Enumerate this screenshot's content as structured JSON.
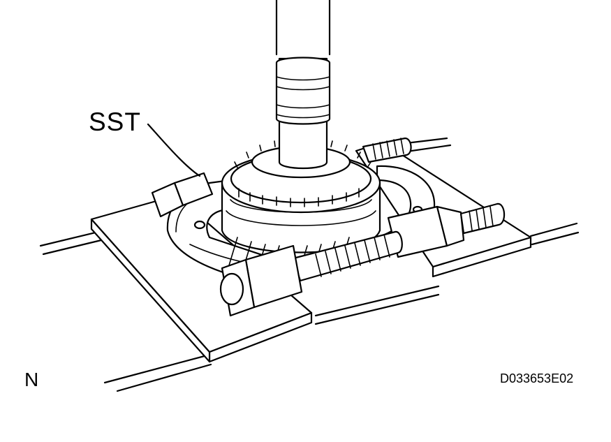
{
  "labels": {
    "sst": "SST",
    "view": "N",
    "code": "D033653E02"
  },
  "colors": {
    "line": "#000000",
    "background": "#ffffff"
  }
}
